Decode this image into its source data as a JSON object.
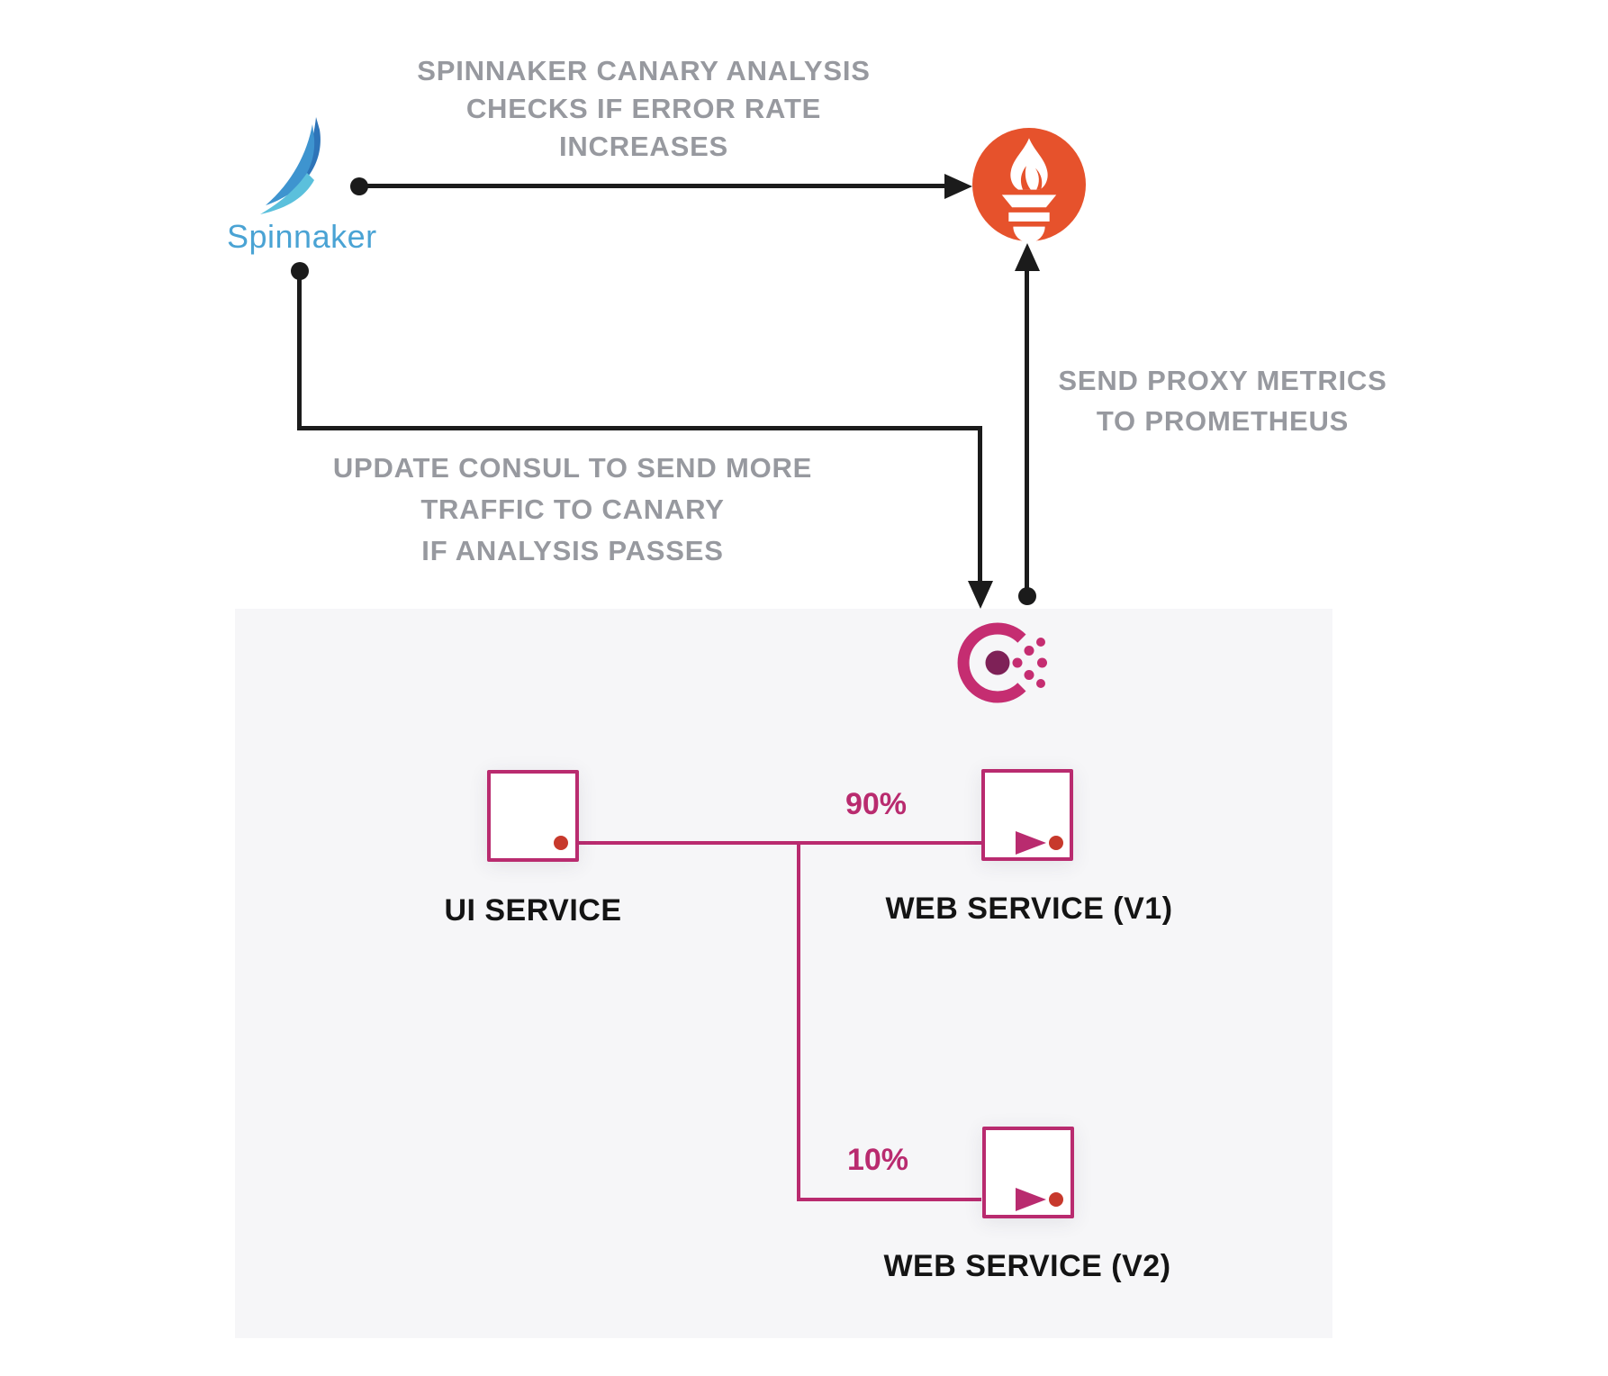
{
  "diagram": {
    "captions": {
      "canary_analysis": [
        "SPINNAKER CANARY ANALYSIS",
        "CHECKS IF ERROR RATE",
        "INCREASES"
      ],
      "proxy_metrics": [
        "SEND PROXY METRICS",
        "TO PROMETHEUS"
      ],
      "update_consul": [
        "UPDATE CONSUL TO SEND MORE",
        "TRAFFIC TO CANARY",
        "IF ANALYSIS PASSES"
      ]
    },
    "nodes": {
      "spinnaker": {
        "label": "Spinnaker",
        "icon": "spinnaker-sail"
      },
      "prometheus": {
        "icon": "prometheus-torch"
      },
      "consul": {
        "icon": "consul-mark"
      },
      "ui_service": {
        "label": "UI SERVICE"
      },
      "web_service_v1": {
        "label": "WEB SERVICE (V1)"
      },
      "web_service_v2": {
        "label": "WEB SERVICE (V2)"
      }
    },
    "traffic_split": {
      "v1": "90%",
      "v2": "10%"
    },
    "colors": {
      "accent_pink": "#b92b6f",
      "consul_arc": "#c52d71",
      "consul_center_dot": "#7e2157",
      "prometheus_orange": "#e6522c",
      "spinnaker_blue": "#4aa3d4",
      "caption_gray": "#97999f",
      "red_dot": "#c7392c",
      "line_black": "#1b1b1b",
      "panel_gray": "#f6f6f8"
    }
  }
}
